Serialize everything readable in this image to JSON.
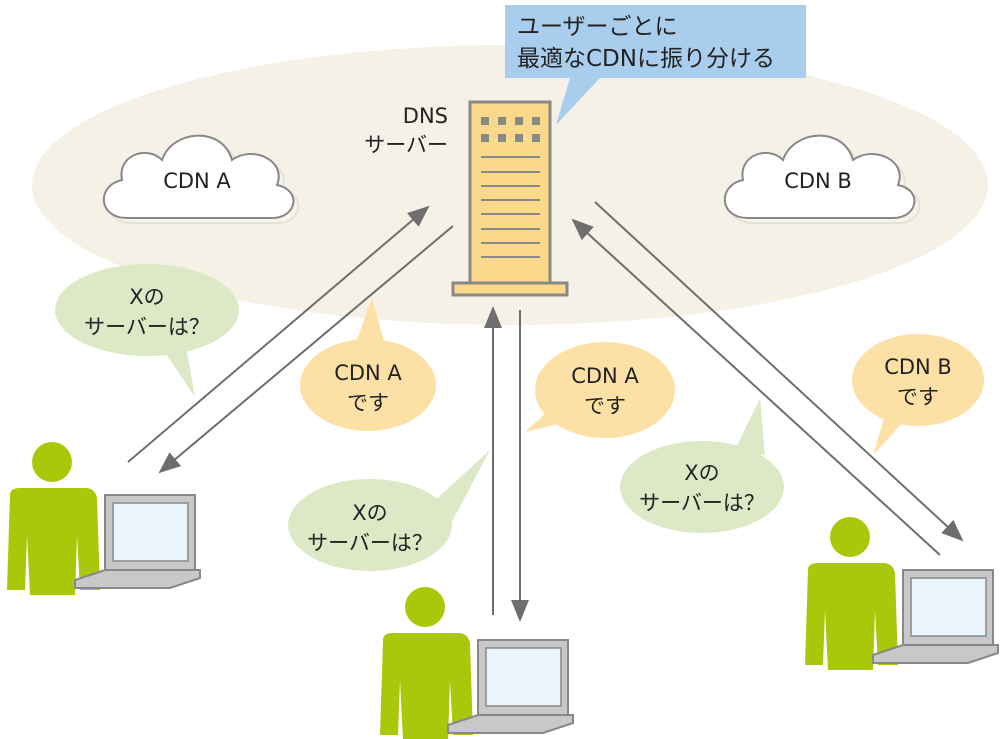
{
  "callout": {
    "line1": "ユーザーごとに",
    "line2": "最適なCDNに振り分ける"
  },
  "dns_server": {
    "line1": "DNS",
    "line2": "サーバー"
  },
  "clouds": [
    {
      "label": "CDN A"
    },
    {
      "label": "CDN B"
    }
  ],
  "questions": [
    {
      "line1": "Xの",
      "line2": "サーバーは？"
    },
    {
      "line1": "Xの",
      "line2": "サーバーは？"
    },
    {
      "line1": "Xの",
      "line2": "サーバーは？"
    }
  ],
  "answers": [
    {
      "line1": "CDN A",
      "line2": "です"
    },
    {
      "line1": "CDN A",
      "line2": "です"
    },
    {
      "line1": "CDN B",
      "line2": "です"
    }
  ],
  "colors": {
    "region": "#f5f1e6",
    "callout": "#a9cdec",
    "server": "#fbd98a",
    "question_bubble": "#dde9c6",
    "answer_bubble": "#fde0a6",
    "person": "#a8c80a",
    "arrow": "#6e6e6e"
  }
}
